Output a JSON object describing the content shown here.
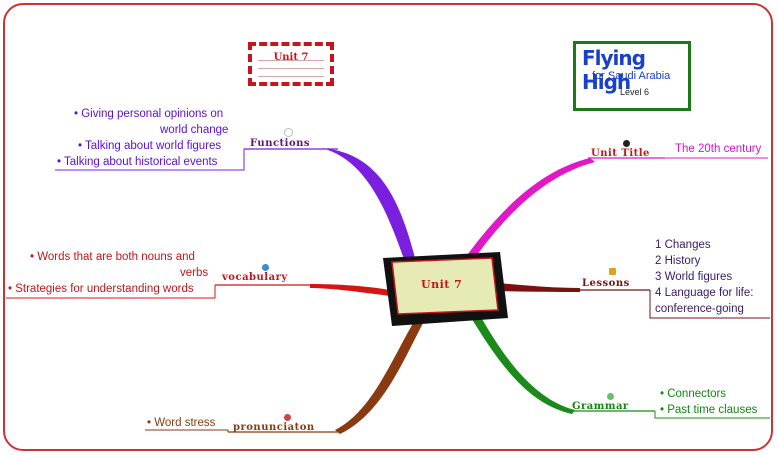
{
  "center": {
    "label": "Unit 7"
  },
  "unit_box": {
    "label": "Unit 7"
  },
  "logo": {
    "title": "Flying High",
    "subtitle": "for Saudi Arabia",
    "level": "Level 6"
  },
  "branches": {
    "functions": {
      "label": "Functions",
      "color": "#7a1fe0",
      "items": [
        "Giving personal opinions on",
        "world change",
        "Talking about world figures",
        "Talking about historical events"
      ]
    },
    "vocabulary": {
      "label": "vocabulary",
      "color": "#d41515",
      "items": [
        "Words that are both nouns and",
        "verbs",
        "Strategies for understanding words"
      ]
    },
    "pronunciation": {
      "label": "pronunciaton",
      "color": "#8a3a10",
      "items": [
        "Word stress"
      ]
    },
    "unit_title": {
      "label": "Unit Title",
      "color": "#e018c8",
      "items": [
        "The 20th century"
      ]
    },
    "lessons": {
      "label": "Lessons",
      "color": "#7a1010",
      "items": [
        "1 Changes",
        "2 History",
        "3 World figures",
        "4 Language for life:",
        "conference-going"
      ]
    },
    "grammar": {
      "label": "Grammar",
      "color": "#1a8a1a",
      "items": [
        "Connectors",
        "Past time clauses"
      ]
    }
  }
}
